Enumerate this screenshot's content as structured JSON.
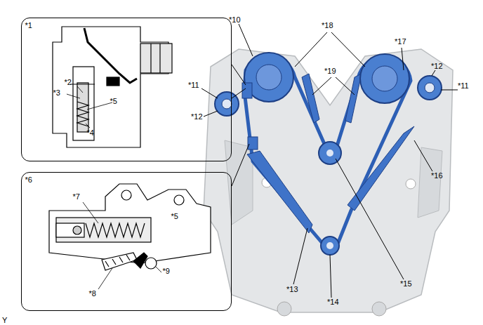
{
  "diagram": {
    "nodes": [
      {
        "text": [
          "*1",
          "*2",
          "*3",
          "*5",
          "*4"
        ]
      },
      {
        "text": [
          "*6",
          "*7",
          "*5",
          "*9",
          "*8"
        ]
      }
    ],
    "labels": [
      "*10",
      "*18",
      "*19",
      "*17",
      "*12",
      "*11",
      "*11",
      "*12",
      "*16",
      "*13",
      "*14",
      "*15",
      "Y"
    ]
  }
}
